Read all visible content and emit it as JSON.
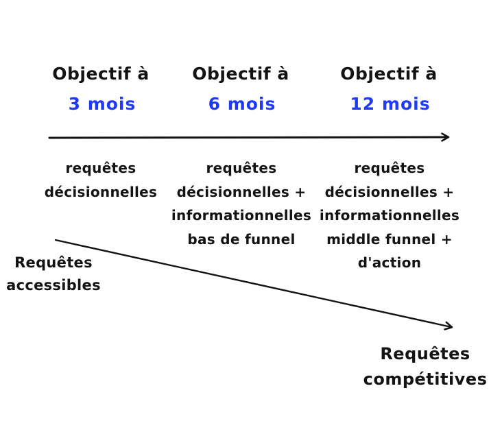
{
  "page": {
    "background": "#ffffff",
    "ink": "#131313",
    "accent": "#1e3af5"
  },
  "columns": [
    {
      "title": "Objectif à",
      "period": "3 mois",
      "items": [
        "requêtes",
        "décisionnelles"
      ]
    },
    {
      "title": "Objectif à",
      "period": "6 mois",
      "items": [
        "requêtes",
        "décisionnelles +",
        "informationnelles",
        "bas de funnel"
      ]
    },
    {
      "title": "Objectif à",
      "period": "12 mois",
      "items": [
        "requêtes",
        "décisionnelles +",
        "informationnelles",
        "middle funnel +",
        "d'action"
      ]
    }
  ],
  "axis": {
    "start_label": [
      "Requêtes",
      "accessibles"
    ],
    "end_label": [
      "Requêtes",
      "compétitives"
    ]
  }
}
